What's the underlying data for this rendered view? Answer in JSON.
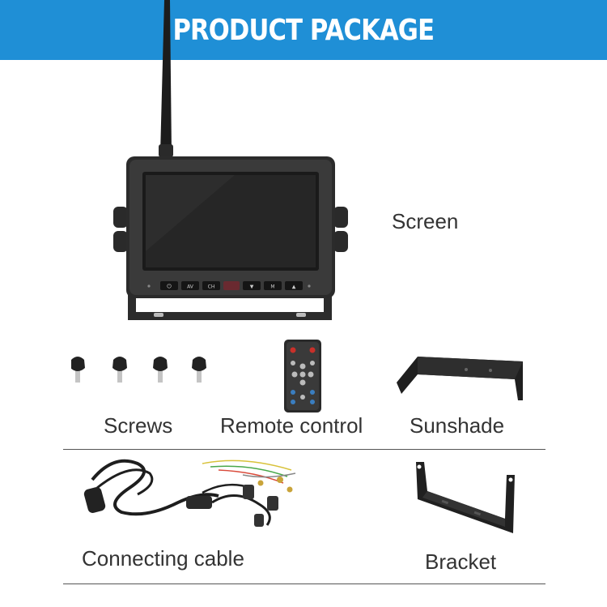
{
  "header": {
    "title": "PRODUCT PACKAGE"
  },
  "items": {
    "screen": "Screen",
    "screws": "Screws",
    "remote": "Remote control",
    "sunshade": "Sunshade",
    "cable": "Connecting cable",
    "bracket": "Bracket"
  },
  "monitor_buttons": [
    "⏻",
    "AV",
    "CH",
    "",
    "▼",
    "M",
    "▲"
  ],
  "colors": {
    "banner": "#1f8fd6",
    "remote_red": "#c8302a",
    "remote_blue": "#3a7ec0"
  }
}
